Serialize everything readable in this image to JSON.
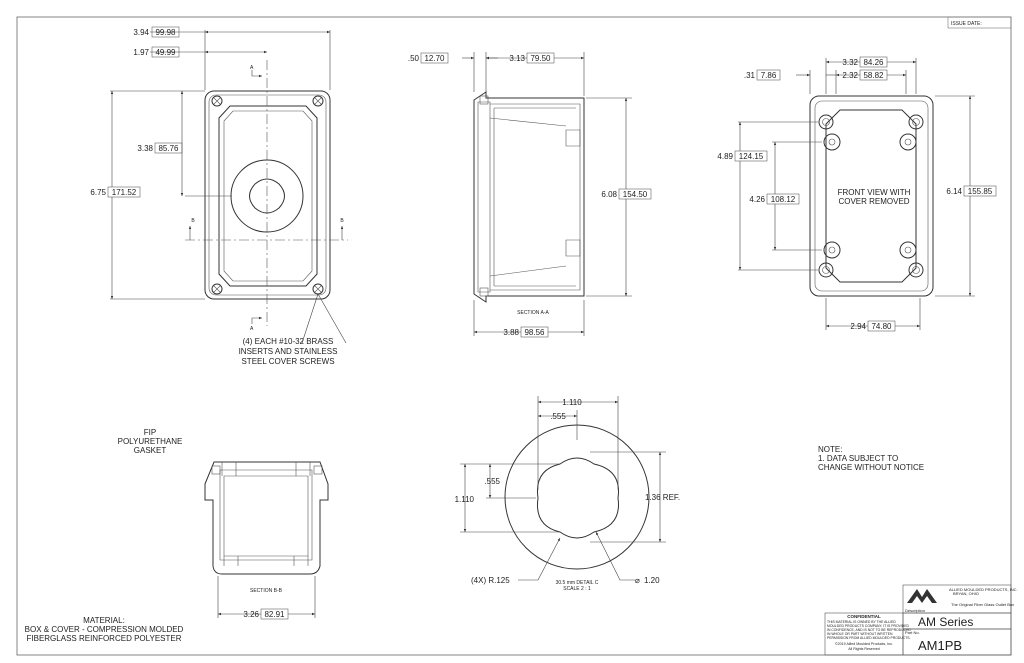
{
  "title_block": {
    "issue_date_label": "ISSUE DATE:",
    "company_name": "ALLIED MOULDED PRODUCTS, INC.",
    "company_city": "BRYAN, OHIO",
    "tagline": "The Original Fiber Glass Outlet Box",
    "confidential_title": "CONFIDENTIAL",
    "confidential_lines": [
      "THIS MATERIAL IS OWNED BY THE ALLIED",
      "MOULDED PRODUCTS COMPANY. IT IS PROVIDED",
      "IN CONFIDENCE, AND IS NOT TO BE REPRODUCED",
      "IN WHOLE OR PART WITHOUT WRITTEN",
      "PERMISSION FROM ALLIED MOULDED PRODUCTS."
    ],
    "copyright_line1": "©2019 Allied Moulded Products, Inc.",
    "copyright_line2": "All Rights Reserved",
    "description_label": "Description",
    "series": "AM Series",
    "part_label": "Part No.",
    "part_number": "AM1PB"
  },
  "front_view": {
    "dims": {
      "overall_width": "3.94",
      "overall_width_mm": "99.98",
      "half_width": "1.97",
      "half_width_mm": "49.99",
      "half_height": "3.38",
      "half_height_mm": "85.76",
      "overall_height": "6.75",
      "overall_height_mm": "171.52"
    },
    "section_a": "A",
    "section_b": "B",
    "callout": [
      "(4) EACH #10-32 BRASS",
      "INSERTS AND STAINLESS",
      "STEEL COVER SCREWS"
    ]
  },
  "section_aa": {
    "caption": "SECTION A-A",
    "dims": {
      "lip": ".50",
      "lip_mm": "12.70",
      "depth": "3.13",
      "depth_mm": "79.50",
      "height": "6.08",
      "height_mm": "154.50",
      "base": "3.88",
      "base_mm": "98.56"
    }
  },
  "back_view": {
    "label": [
      "FRONT VIEW WITH",
      "COVER REMOVED"
    ],
    "dims": {
      "top_outer": "3.32",
      "top_outer_mm": "84.26",
      "top_inner": "2.32",
      "top_inner_mm": "58.82",
      "offset": ".31",
      "offset_mm": "7.86",
      "outer_v": "4.89",
      "outer_v_mm": "124.15",
      "inner_v": "4.26",
      "inner_v_mm": "108.12",
      "height": "6.14",
      "height_mm": "155.85",
      "bottom": "2.94",
      "bottom_mm": "74.80"
    }
  },
  "gasket_note": [
    "FIP",
    "POLYURETHANE",
    "GASKET"
  ],
  "section_bb": {
    "caption": "SECTION B-B",
    "dims": {
      "width": "3.26",
      "width_mm": "82.91"
    }
  },
  "detail_c": {
    "caption1": "30.5 mm DETAIL C",
    "caption2": "SCALE 2 : 1",
    "dims": {
      "top_full": "1.110",
      "top_half": ".555",
      "left_half": ".555",
      "left_full": "1.110",
      "ref": "1.36 REF.",
      "radius": "(4X) R.125",
      "diameter": "1.20"
    }
  },
  "notes": {
    "title": "NOTE:",
    "lines": [
      "1. DATA SUBJECT TO",
      "CHANGE WITHOUT NOTICE"
    ]
  },
  "material": {
    "title": "MATERIAL:",
    "lines": [
      "BOX & COVER - COMPRESSION MOLDED",
      "FIBERGLASS REINFORCED POLYESTER"
    ]
  }
}
